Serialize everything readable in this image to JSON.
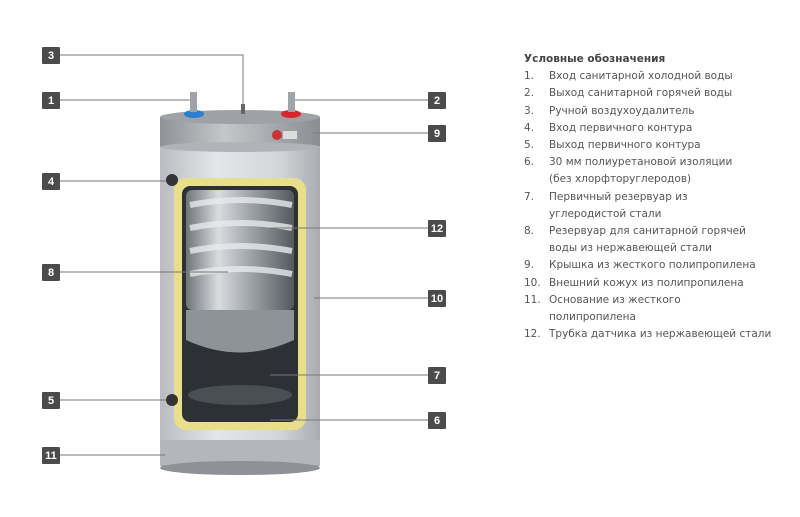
{
  "legend": {
    "title": "Условные обозначения",
    "items": [
      {
        "num": "1.",
        "lines": [
          "Вход санитарной холодной воды"
        ]
      },
      {
        "num": "2.",
        "lines": [
          "Выход санитарной горячей воды"
        ]
      },
      {
        "num": "3.",
        "lines": [
          "Ручной воздухоудалитель"
        ]
      },
      {
        "num": "4.",
        "lines": [
          "Вход первичного контура"
        ]
      },
      {
        "num": "5.",
        "lines": [
          "Выход первичного контура"
        ]
      },
      {
        "num": "6.",
        "lines": [
          "30 мм полиуретановой изоляции",
          "(без хлорфторуглеродов)"
        ]
      },
      {
        "num": "7.",
        "lines": [
          "Первичный резервуар из",
          "углеродистой стали"
        ]
      },
      {
        "num": "8.",
        "lines": [
          "Резервуар для санитарной горячей",
          "воды из нержавеющей стали"
        ]
      },
      {
        "num": "9.",
        "lines": [
          "Крышка из жесткого полипропилена"
        ]
      },
      {
        "num": "10.",
        "lines": [
          "Внешний кожух из полипропилена"
        ]
      },
      {
        "num": "11.",
        "lines": [
          "Основание из жесткого",
          "полипропилена"
        ]
      },
      {
        "num": "12.",
        "lines": [
          "Трубка датчика из нержавеющей стали"
        ]
      }
    ]
  },
  "callouts": [
    "1",
    "2",
    "3",
    "4",
    "5",
    "6",
    "7",
    "8",
    "9",
    "10",
    "11",
    "12"
  ],
  "colors": {
    "callout": "#4b4b4b",
    "insulation": "#e9df8a",
    "cold": "#2a7fd0",
    "hot": "#d8262c"
  }
}
